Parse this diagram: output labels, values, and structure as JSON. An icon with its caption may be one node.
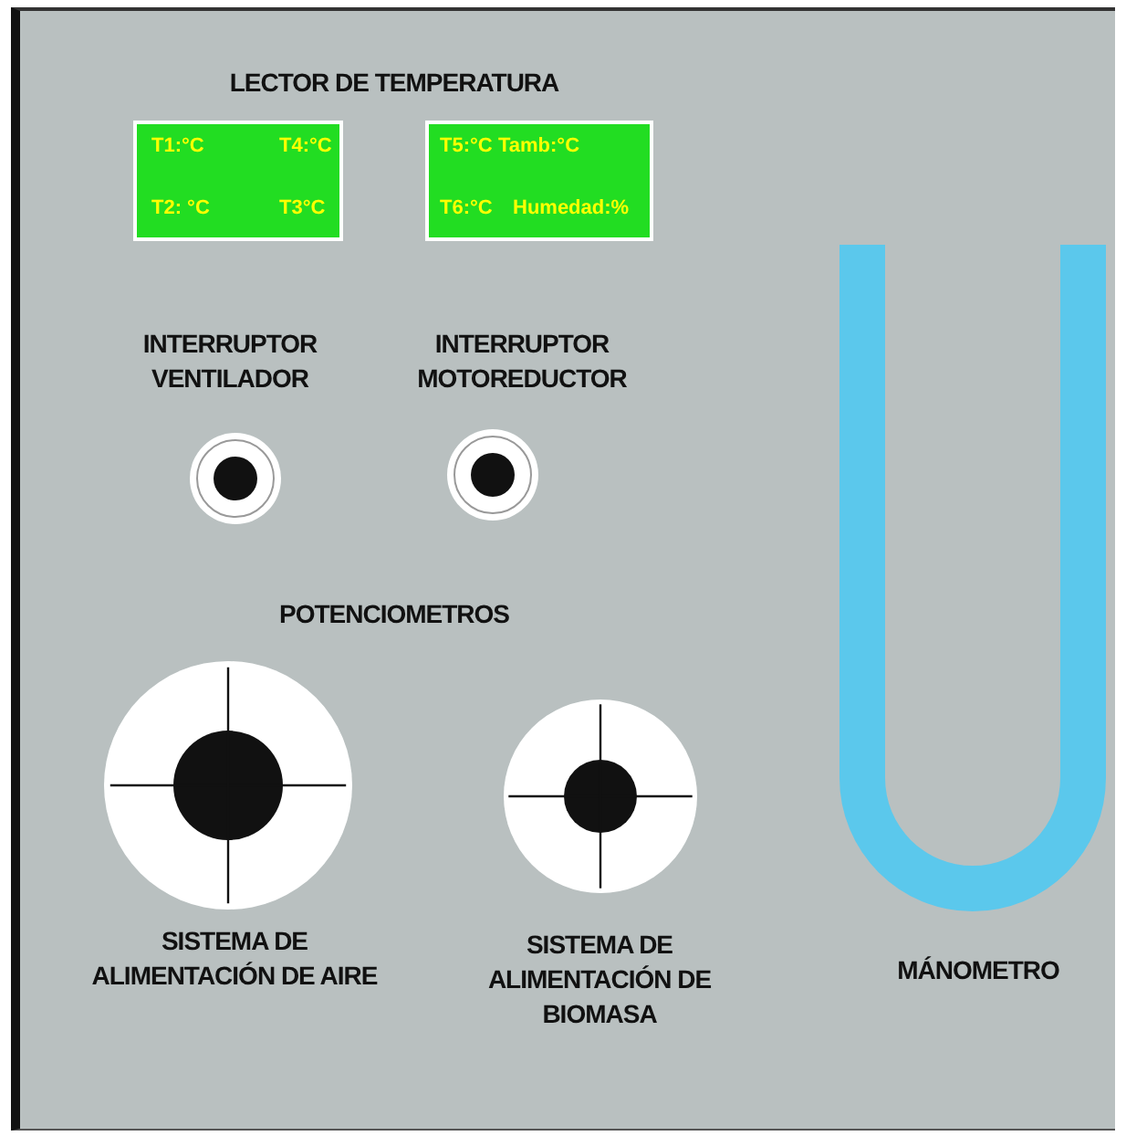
{
  "diagram": {
    "nodes": [
      {
        "text": [
          "T1:°C",
          "T4:°C",
          "T2: °C",
          "T3°C"
        ]
      },
      {
        "text": [
          "T5:°C",
          "Tamb:°C",
          "T6:°C",
          "Humedad:%"
        ]
      }
    ],
    "labels": [
      "LECTOR DE TEMPERATURA",
      "INTERRUPTOR VENTILADOR",
      "INTERRUPTOR MOTOREDUCTOR",
      "POTENCIOMETROS",
      "SISTEMA DE ALIMENTACIÓN DE AIRE",
      "SISTEMA DE ALIMENTACIÓN DE BIOMASA",
      "MÁNOMETRO"
    ]
  }
}
